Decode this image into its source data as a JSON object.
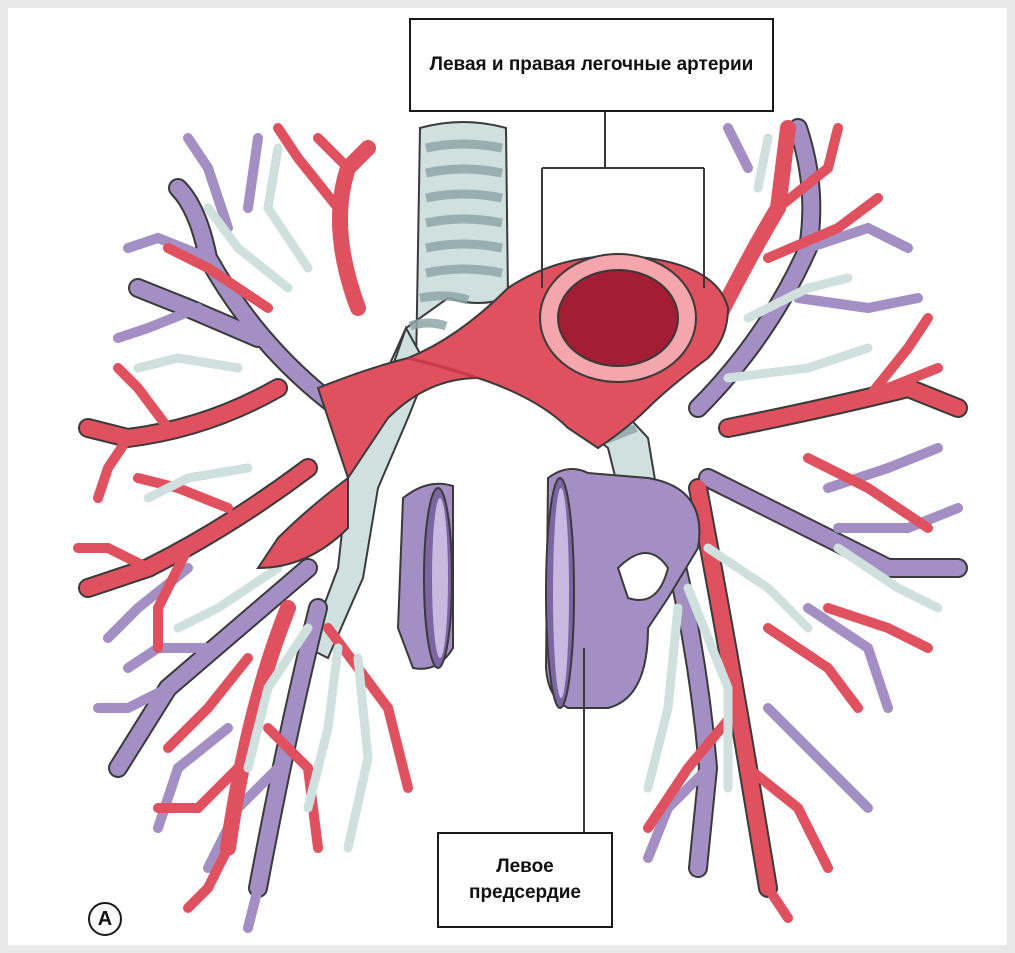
{
  "labels": {
    "arteries": "Левая и правая легочные артерии",
    "atrium": "Левое предсердие"
  },
  "panel_letter": "A",
  "colors": {
    "artery": "#e0515f",
    "artery_dark": "#b42c3c",
    "artery_lumen": "#a31d34",
    "artery_wall": "#f4a6ac",
    "vein": "#a38fc4",
    "vein_dark": "#7b66a3",
    "airway": "#cfe0df",
    "airway_ring": "#8fa6a8",
    "outline": "#3a3a3a"
  },
  "icons": {
    "panel": "circled-letter"
  }
}
